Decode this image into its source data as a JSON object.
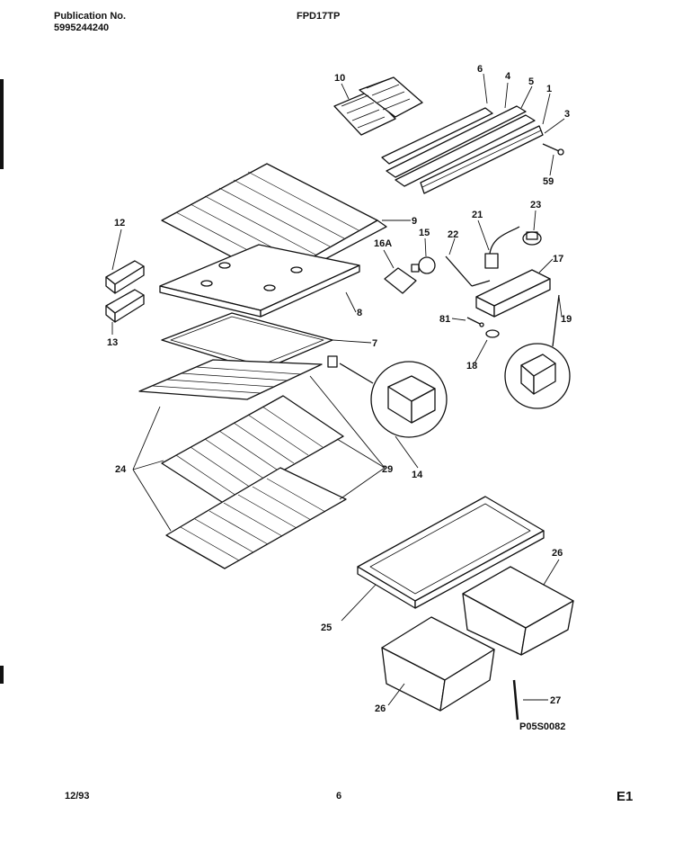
{
  "header": {
    "publication_label": "Publication No.",
    "publication_number": "5995244240",
    "model": "FPD17TP"
  },
  "footer": {
    "date": "12/93",
    "page": "6",
    "section": "E1"
  },
  "diagram": {
    "drawing_code": "P05S0082",
    "callouts": [
      "10",
      "6",
      "4",
      "5",
      "1",
      "3",
      "59",
      "9",
      "12",
      "16A",
      "15",
      "21",
      "23",
      "22",
      "17",
      "8",
      "81",
      "19",
      "18",
      "13",
      "7",
      "14",
      "24",
      "29",
      "26",
      "25",
      "26",
      "27"
    ]
  }
}
